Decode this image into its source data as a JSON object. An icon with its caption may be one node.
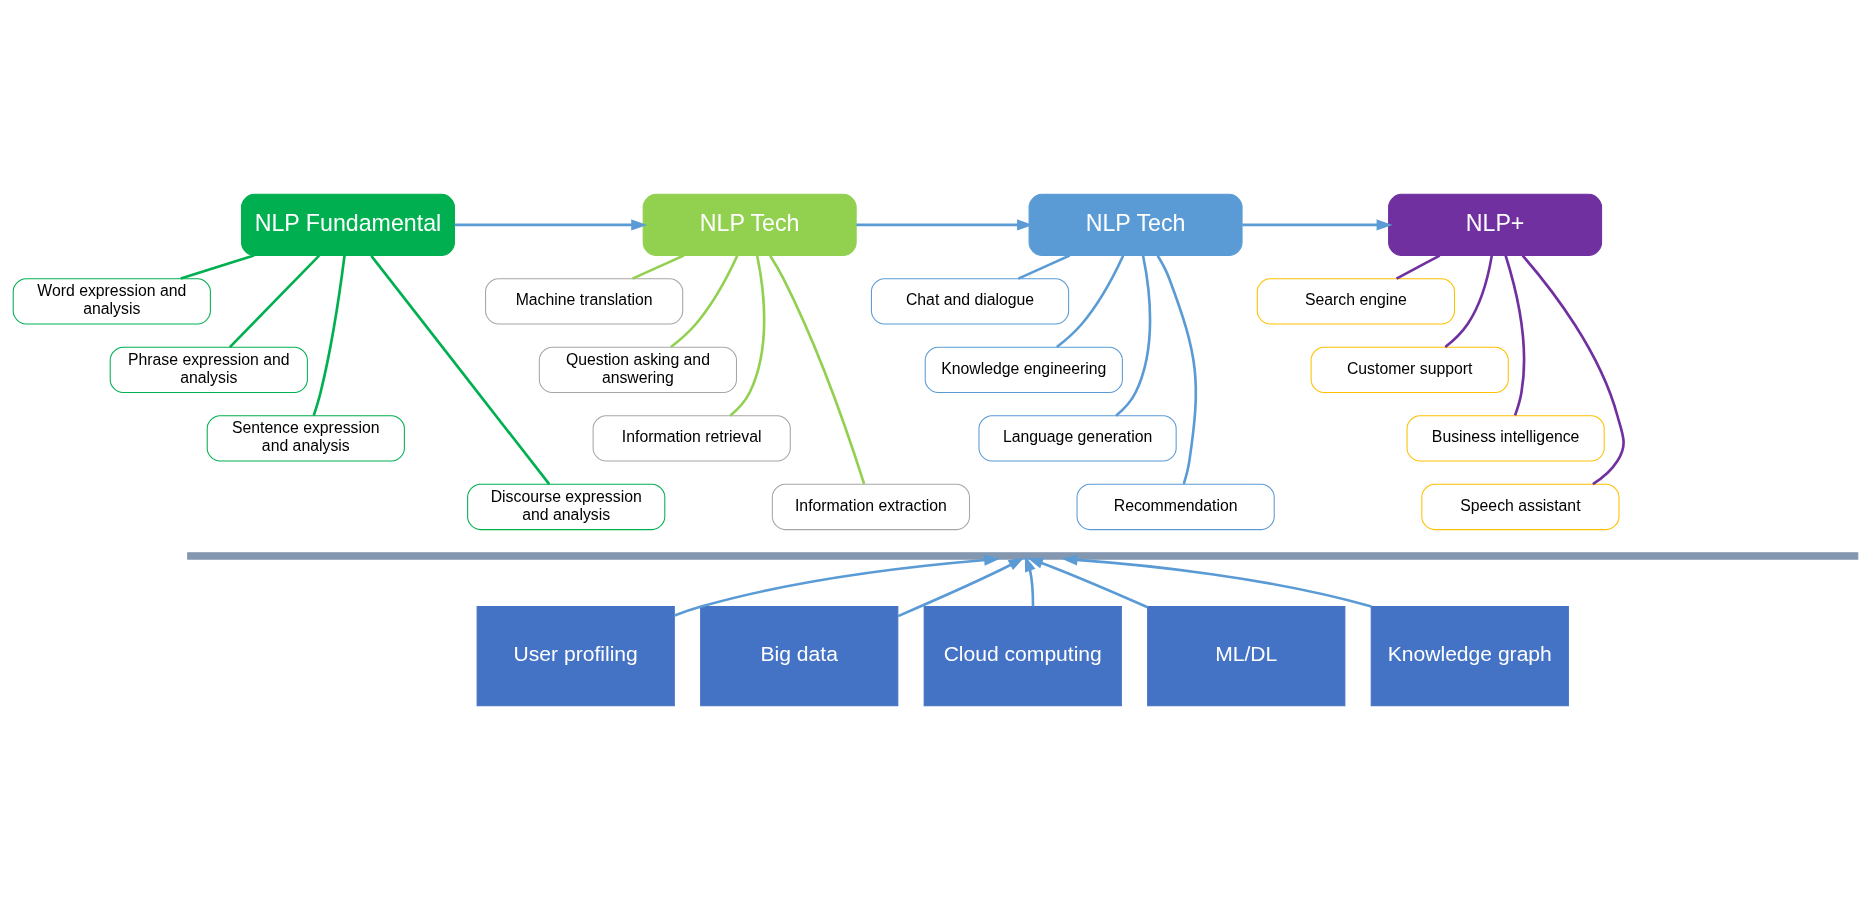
{
  "diagram": {
    "nodes": [
      {
        "text": [
          "NLP Fundamental"
        ]
      },
      {
        "text": [
          "Word expression and analysis"
        ]
      },
      {
        "text": [
          "Phrase expression and analysis"
        ]
      },
      {
        "text": [
          "Sentence expression and analysis"
        ]
      },
      {
        "text": [
          "Discourse expression and analysis"
        ]
      },
      {
        "text": [
          "NLP Tech"
        ]
      },
      {
        "text": [
          "Machine translation"
        ]
      },
      {
        "text": [
          "Question asking and answering"
        ]
      },
      {
        "text": [
          "Information retrieval"
        ]
      },
      {
        "text": [
          "Information extraction"
        ]
      },
      {
        "text": [
          "NLP Tech"
        ]
      },
      {
        "text": [
          "Chat and dialogue"
        ]
      },
      {
        "text": [
          "Knowledge engineering"
        ]
      },
      {
        "text": [
          "Language generation"
        ]
      },
      {
        "text": [
          "Recommendation"
        ]
      },
      {
        "text": [
          "NLP+"
        ]
      },
      {
        "text": [
          "Search engine"
        ]
      },
      {
        "text": [
          "Customer support"
        ]
      },
      {
        "text": [
          "Business intelligence"
        ]
      },
      {
        "text": [
          "Speech assistant"
        ]
      },
      {
        "text": [],
        "shape": "bar"
      },
      {
        "text": [
          "User profiling"
        ]
      },
      {
        "text": [
          "Big data"
        ]
      },
      {
        "text": [
          "Cloud computing"
        ]
      },
      {
        "text": [
          "ML/DL"
        ]
      },
      {
        "text": [
          "Knowledge graph"
        ]
      }
    ],
    "edges": [
      {
        "from": 0,
        "to": 5,
        "arrow": "to",
        "color": "#5b9bd5"
      },
      {
        "from": 5,
        "to": 10,
        "arrow": "to",
        "color": "#5b9bd5"
      },
      {
        "from": 10,
        "to": 15,
        "arrow": "to",
        "color": "#5b9bd5"
      },
      {
        "from": 0,
        "to": 1,
        "arrow": "none",
        "color": "#00b050"
      },
      {
        "from": 0,
        "to": 2,
        "arrow": "none",
        "color": "#00b050"
      },
      {
        "from": 0,
        "to": 3,
        "arrow": "none",
        "color": "#00b050"
      },
      {
        "from": 0,
        "to": 4,
        "arrow": "none",
        "color": "#00b050"
      },
      {
        "from": 5,
        "to": 6,
        "arrow": "none",
        "color": "#92d050"
      },
      {
        "from": 5,
        "to": 7,
        "arrow": "none",
        "color": "#92d050"
      },
      {
        "from": 5,
        "to": 8,
        "arrow": "none",
        "color": "#92d050"
      },
      {
        "from": 5,
        "to": 9,
        "arrow": "none",
        "color": "#92d050"
      },
      {
        "from": 10,
        "to": 11,
        "arrow": "none",
        "color": "#5b9bd5"
      },
      {
        "from": 10,
        "to": 12,
        "arrow": "none",
        "color": "#5b9bd5"
      },
      {
        "from": 10,
        "to": 13,
        "arrow": "none",
        "color": "#5b9bd5"
      },
      {
        "from": 10,
        "to": 14,
        "arrow": "none",
        "color": "#5b9bd5"
      },
      {
        "from": 15,
        "to": 16,
        "arrow": "none",
        "color": "#7030a0"
      },
      {
        "from": 15,
        "to": 17,
        "arrow": "none",
        "color": "#7030a0"
      },
      {
        "from": 15,
        "to": 18,
        "arrow": "none",
        "color": "#7030a0"
      },
      {
        "from": 15,
        "to": 19,
        "arrow": "none",
        "color": "#7030a0"
      },
      {
        "from": 21,
        "to": 20,
        "arrow": "to",
        "color": "#5b9bd5"
      },
      {
        "from": 22,
        "to": 20,
        "arrow": "to",
        "color": "#5b9bd5"
      },
      {
        "from": 23,
        "to": 20,
        "arrow": "to",
        "color": "#5b9bd5"
      },
      {
        "from": 24,
        "to": 20,
        "arrow": "to",
        "color": "#5b9bd5"
      },
      {
        "from": 25,
        "to": 20,
        "arrow": "to",
        "color": "#5b9bd5"
      }
    ]
  }
}
